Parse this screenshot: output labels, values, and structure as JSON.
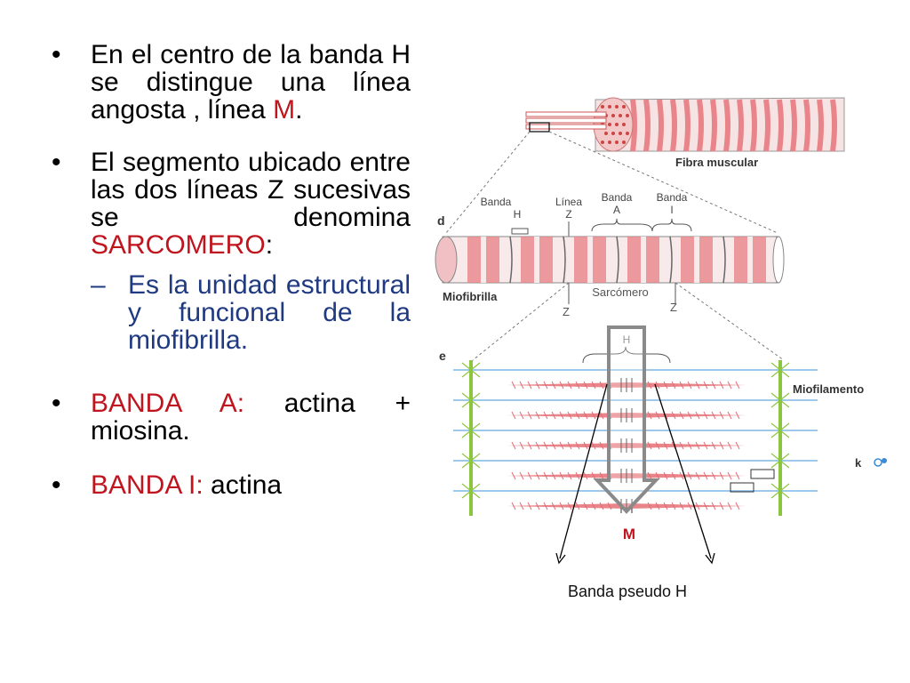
{
  "bullets": [
    {
      "parts": [
        {
          "text": "En el centro de la banda H se distingue una línea angosta , línea ",
          "color": "#000000"
        },
        {
          "text": "M",
          "color": "#c0141e"
        },
        {
          "text": ".",
          "color": "#000000"
        }
      ]
    },
    {
      "parts": [
        {
          "text": "El segmento ubicado entre las dos líneas Z sucesivas se denomina ",
          "color": "#000000"
        },
        {
          "text": "SARCOMERO",
          "color": "#c0141e"
        },
        {
          "text": ":",
          "color": "#000000"
        }
      ],
      "sub": {
        "dash": "–",
        "text": "Es la unidad estructural y funcional de la miofibrilla."
      }
    },
    {
      "parts": [
        {
          "text": "BANDA A:",
          "color": "#c0141e"
        },
        {
          "text": "  actina + miosina.",
          "color": "#000000"
        }
      ]
    },
    {
      "parts": [
        {
          "text": "BANDA I:",
          "color": "#c0141e"
        },
        {
          "text": "  actina",
          "color": "#000000"
        }
      ]
    }
  ],
  "bullet_symbol": "•",
  "figure": {
    "fibra_label": "Fibra muscular",
    "miofibrilla_label": "Miofibrilla",
    "miofilamento_label": "Miofilamento",
    "banda_h": [
      "Banda",
      "H"
    ],
    "linea_z": [
      "Línea",
      "Z"
    ],
    "banda_a": [
      "Banda",
      "A"
    ],
    "banda_i": [
      "Banda",
      "I"
    ],
    "sarcomero_label": "Sarcómero",
    "z_left": "Z",
    "z_right": "Z",
    "panel_d": "d",
    "panel_e": "e",
    "panel_k": "k",
    "h_label": "H",
    "m_label": "M",
    "pseudo_h": "Banda pseudo H"
  },
  "colors": {
    "accent_red": "#c0141e",
    "sub_blue": "#1f3a80",
    "band_pink": "#e8848a",
    "arrow_gray": "#8a8a8a"
  }
}
